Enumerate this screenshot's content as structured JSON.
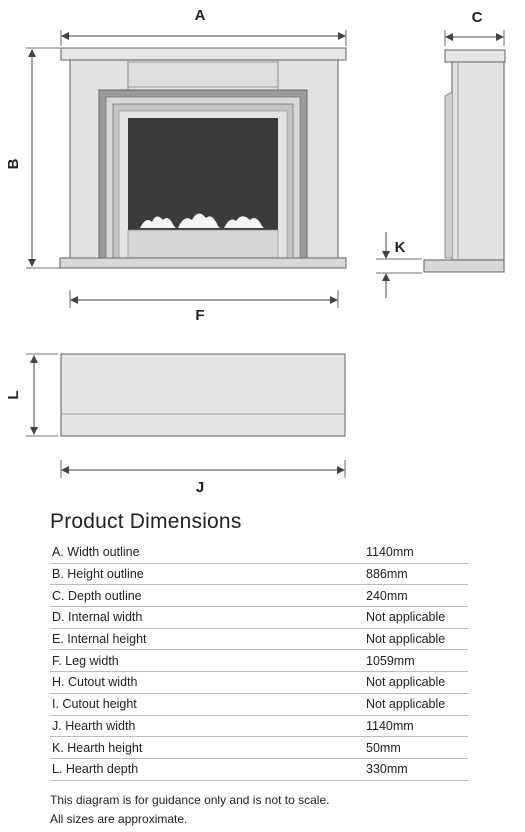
{
  "diagram": {
    "labels": {
      "a": "A",
      "b": "B",
      "c": "C",
      "f": "F",
      "j": "J",
      "k": "K",
      "l": "L"
    },
    "colors": {
      "surround_fill": "#e8e8e8",
      "surround_stroke": "#6a6a6a",
      "firebox": "#3a3a3a",
      "trim": "#8a8a8a"
    }
  },
  "dimensions_section": {
    "title": "Product Dimensions",
    "rows": [
      {
        "label": "A. Width outline",
        "value": "1140mm"
      },
      {
        "label": "B. Height outline",
        "value": "886mm"
      },
      {
        "label": "C. Depth outline",
        "value": "240mm"
      },
      {
        "label": "D. Internal width",
        "value": "Not applicable"
      },
      {
        "label": "E. Internal height",
        "value": "Not applicable"
      },
      {
        "label": "F. Leg width",
        "value": "1059mm"
      },
      {
        "label": "H. Cutout width",
        "value": "Not applicable"
      },
      {
        "label": "I. Cutout height",
        "value": "Not applicable"
      },
      {
        "label": "J. Hearth width",
        "value": "1140mm"
      },
      {
        "label": "K. Hearth height",
        "value": "50mm"
      },
      {
        "label": "L. Hearth depth",
        "value": "330mm"
      }
    ],
    "notes": [
      "This diagram is for guidance only and is not to scale.",
      "All sizes are approximate."
    ]
  }
}
